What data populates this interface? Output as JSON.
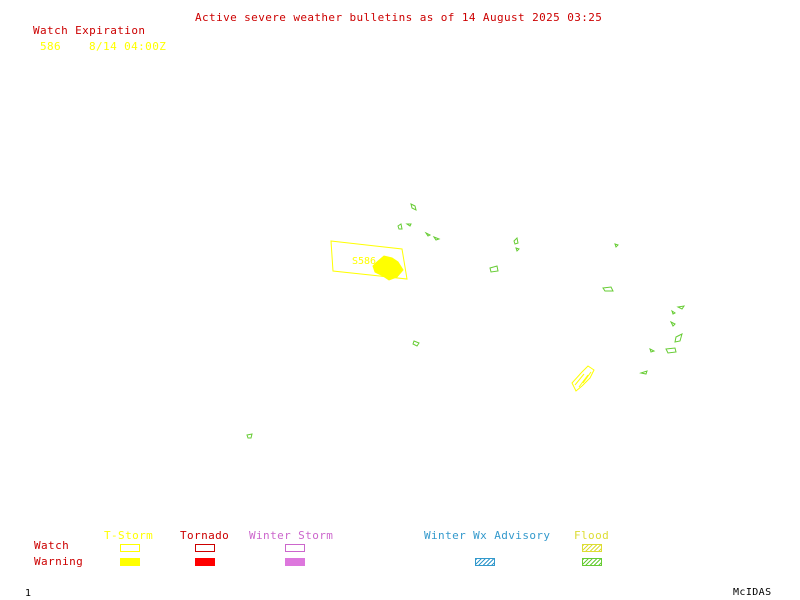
{
  "title": "Active severe weather bulletins as of 14 August 2025 03:25",
  "watch_expiration": {
    "header": "Watch Expiration",
    "entries": [
      {
        "number": "586",
        "expires": "8/14 04:00Z"
      }
    ]
  },
  "map": {
    "watch_label": "S586"
  },
  "legend": {
    "rows": {
      "watch": "Watch",
      "warning": "Warning"
    },
    "columns": {
      "tstorm": "T-Storm",
      "tornado": "Tornado",
      "winter_storm": "Winter Storm",
      "winter_wx_advisory": "Winter Wx Advisory",
      "flood": "Flood"
    }
  },
  "colors": {
    "title_red": "#cc0000",
    "tstorm": "#ffff00",
    "tornado": "#ff0000",
    "winter_storm": "#dd77dd",
    "winter_wx_advisory": "#3399cc",
    "flood_watch": "#dddd33",
    "flood_warning": "#66cc33",
    "warning_outline": "#66cc33"
  },
  "footer": {
    "frame": "1",
    "brand": "McIDAS"
  }
}
